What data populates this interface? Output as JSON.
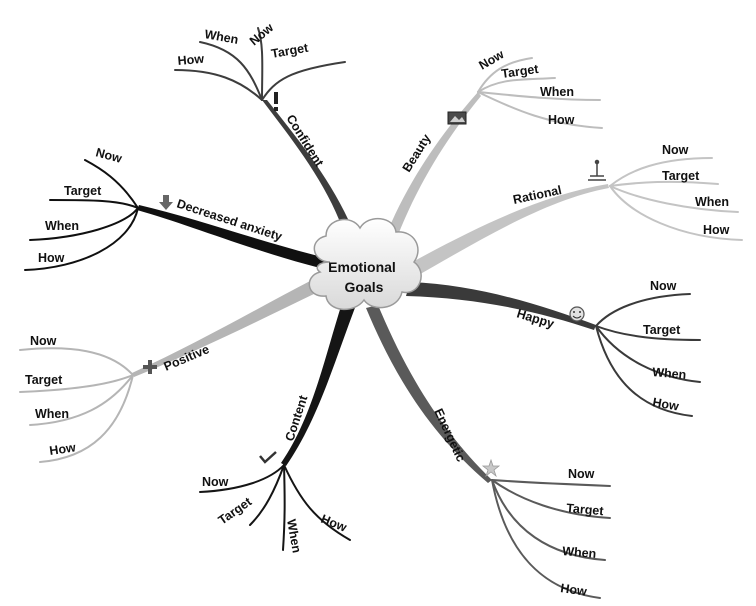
{
  "central": {
    "line1": "Emotional",
    "line2": "Goals"
  },
  "branches": [
    {
      "key": "confident",
      "label": "Confident",
      "color": "#3d3d3d",
      "icon": "exclamation-icon",
      "leaves": [
        "How",
        "When",
        "Now",
        "Target"
      ]
    },
    {
      "key": "beauty",
      "label": "Beauty",
      "color": "#bdbdbd",
      "icon": "image-icon",
      "leaves": [
        "Now",
        "Target",
        "When",
        "How"
      ]
    },
    {
      "key": "rational",
      "label": "Rational",
      "color": "#bdbdbd",
      "icon": "scales-icon",
      "leaves": [
        "Now",
        "Target",
        "When",
        "How"
      ]
    },
    {
      "key": "happy",
      "label": "Happy",
      "color": "#3a3a3a",
      "icon": "smiley-icon",
      "leaves": [
        "Now",
        "Target",
        "When",
        "How"
      ]
    },
    {
      "key": "energetic",
      "label": "Energetic",
      "color": "#5a5a5a",
      "icon": "star-icon",
      "leaves": [
        "Now",
        "Target",
        "When",
        "How"
      ]
    },
    {
      "key": "content",
      "label": "Content",
      "color": "#151515",
      "icon": "check-icon",
      "leaves": [
        "Now",
        "Target",
        "When",
        "How"
      ]
    },
    {
      "key": "positive",
      "label": "Positive",
      "color": "#b5b5b5",
      "icon": "plus-icon",
      "leaves": [
        "Now",
        "Target",
        "When",
        "How"
      ]
    },
    {
      "key": "decreased",
      "label": "Decreased anxiety",
      "color": "#101010",
      "icon": "down-arrow-icon",
      "leaves": [
        "Now",
        "Target",
        "When",
        "How"
      ]
    }
  ]
}
